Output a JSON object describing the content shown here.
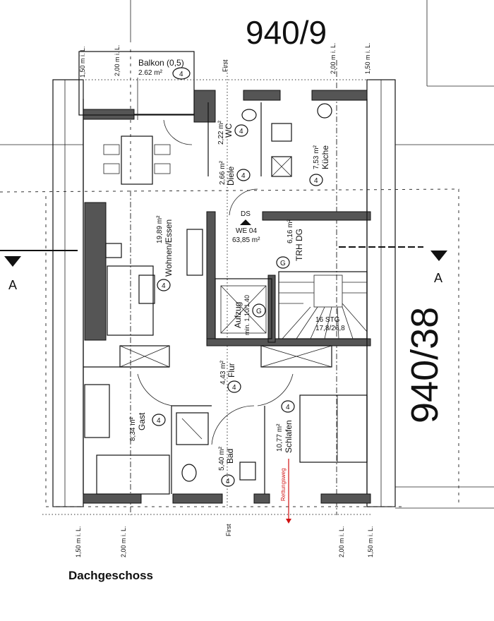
{
  "parcels": {
    "top": "940/9",
    "right": "940/38"
  },
  "floor_title": "Dachgeschoss",
  "section_marker": "A",
  "dimensions": {
    "d150": "1,50 m i. L.",
    "d200": "2,00 m i. L.",
    "first": "First"
  },
  "unit": {
    "marker": "DS",
    "name": "WE 04",
    "area": "63,85 m²"
  },
  "rooms": [
    {
      "name": "Balkon (0,5)",
      "area": "2.62 m²",
      "tag": "4"
    },
    {
      "name": "WC",
      "area": "2,22 m²",
      "tag": "4"
    },
    {
      "name": "Diele",
      "area": "2,66 m²",
      "tag": "4"
    },
    {
      "name": "Küche",
      "area": "7,53 m²",
      "tag": "4"
    },
    {
      "name": "Wohnen/Essen",
      "area": "19,89 m²",
      "tag": "4"
    },
    {
      "name": "TRH DG",
      "area": "6,16 m²",
      "tag": "G"
    },
    {
      "name": "Aufzug",
      "area": "min. 1,10/1,40",
      "tag": "G"
    },
    {
      "name": "Flur",
      "area": "4,43 m²",
      "tag": "4"
    },
    {
      "name": "Gast",
      "area": "8,34 m²",
      "tag": "4"
    },
    {
      "name": "Bad",
      "area": "5,40 m²",
      "tag": "4"
    },
    {
      "name": "Schlafen",
      "area": "10,77 m²",
      "tag": "4"
    }
  ],
  "stairs": {
    "steps": "16 STG",
    "ratio": "17,8/26,8"
  },
  "escape_route": "Rettungsweg",
  "colors": {
    "wall": "#555555",
    "escape": "#d01010"
  }
}
